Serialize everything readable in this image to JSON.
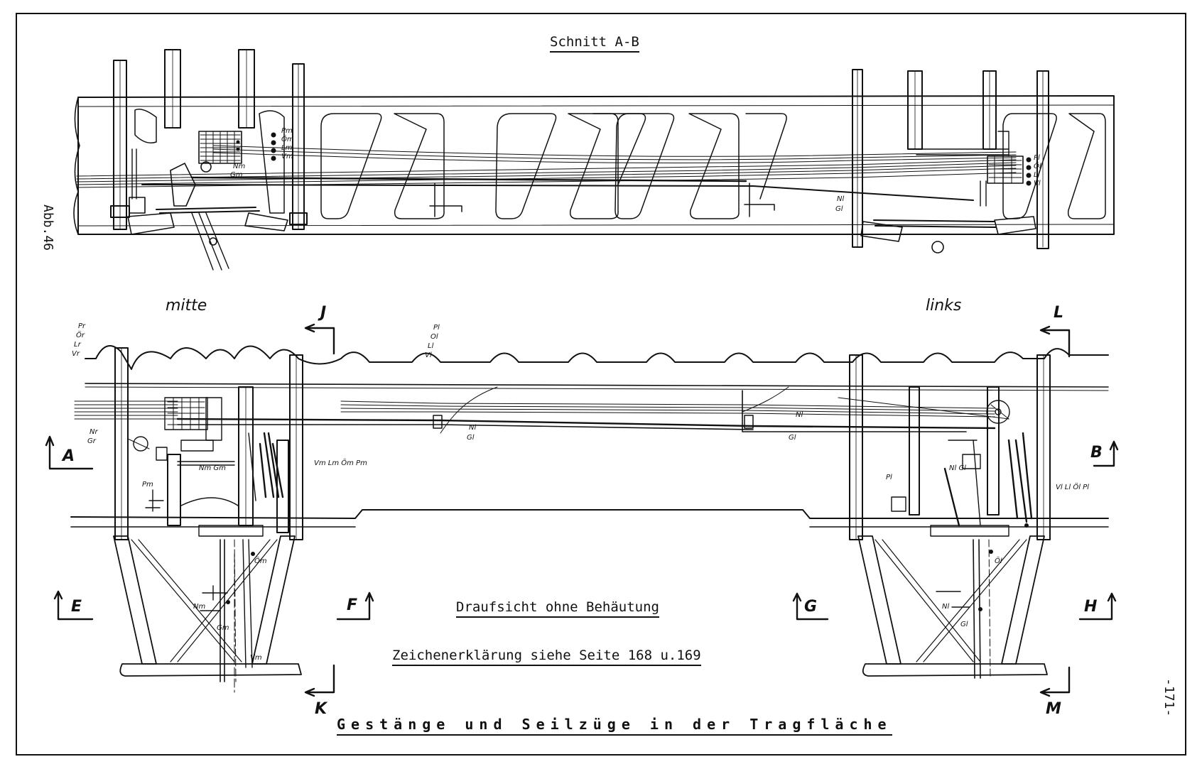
{
  "titles": {
    "section_ab": "Schnitt A-B",
    "figure_no": "Abb.46",
    "page_no": "-171-",
    "plan_view": "Draufsicht ohne Behäutung",
    "legend_ref": "Zeichenerklärung siehe Seite 168 u.169",
    "main_title": "Gestänge und Seilzüge in der Tragfläche"
  },
  "regions": {
    "middle": "mitte",
    "left": "links"
  },
  "section_markers": [
    "A",
    "B",
    "E",
    "F",
    "G",
    "H",
    "J",
    "K",
    "L",
    "M"
  ],
  "cable_labels": {
    "upper_mid": [
      "Pm",
      "Öm",
      "Lm",
      "Vm"
    ],
    "upper_mid_lower": [
      "Nm",
      "Gm"
    ],
    "upper_left": [
      "Pl",
      "Öl",
      "Ll",
      "Vl"
    ],
    "upper_left_lower": [
      "Nl",
      "Gl"
    ],
    "plan_right_group": [
      "Pr",
      "Ör",
      "Lr",
      "Vr"
    ],
    "plan_right_lower": [
      "Nr",
      "Gr"
    ],
    "plan_left_group": [
      "Pl",
      "Ol",
      "Ll",
      "Vl"
    ],
    "plan_mid_row": "Vm Lm Öm Pm",
    "plan_mid_ng": "Nm Gm",
    "plan_pm": "Pm",
    "plan_om": "Öm",
    "plan_nm": "Nm",
    "plan_gm": "Gm",
    "plan_vm": "Vm",
    "plan_nl_gl_mid": [
      "Nl",
      "Gl"
    ],
    "plan_nl_right": "Nl",
    "plan_gl_right": "Gl",
    "plan_left_row": "Vl Ll Öl Pl",
    "plan_pl": "Pl",
    "plan_nlgl": "Nl Gl",
    "plan_ol": "Öl",
    "plan_nl2": "Nl",
    "plan_gl2": "Gl"
  }
}
